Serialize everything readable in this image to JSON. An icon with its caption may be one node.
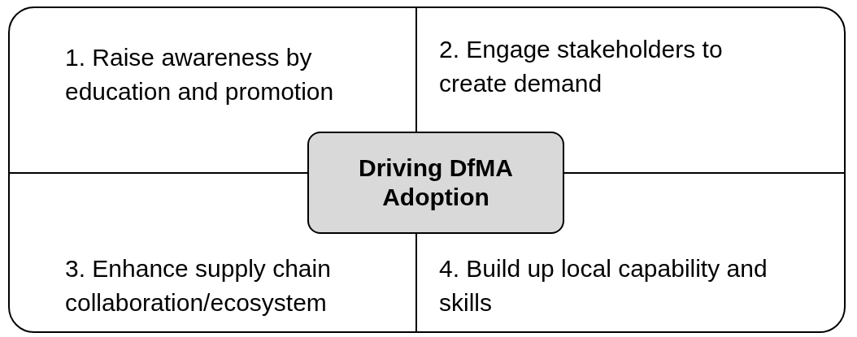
{
  "diagram": {
    "nodes": [
      {
        "text": [],
        "shape": "box"
      },
      {
        "text": [
          "1. Raise awareness by education and promotion"
        ],
        "in": 0
      },
      {
        "text": [
          "2. Engage stakeholders to create demand"
        ],
        "in": 0
      },
      {
        "text": [
          "3. Enhance supply chain collaboration/ecosystem"
        ],
        "in": 0
      },
      {
        "text": [
          "4. Build up local capability and skills"
        ],
        "in": 0
      },
      {
        "text": [
          "Driving DfMA Adoption"
        ],
        "in": 0
      }
    ]
  }
}
